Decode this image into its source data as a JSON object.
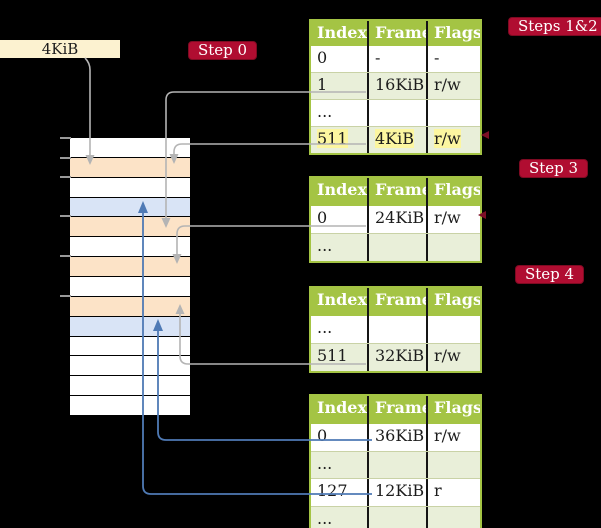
{
  "source_box": {
    "label": "4KiB"
  },
  "badges": {
    "step0": "Step 0",
    "steps12": "Steps 1&2",
    "step3": "Step 3",
    "step4": "Step 4"
  },
  "tables": [
    {
      "id": "page-table-steps-1-2",
      "headers": [
        "Index",
        "Frame",
        "Flags"
      ],
      "rows": [
        {
          "cells": [
            "0",
            "-",
            "-"
          ],
          "highlight": false
        },
        {
          "cells": [
            "1",
            "16KiB",
            "r/w"
          ],
          "highlight": false
        },
        {
          "cells": [
            "...",
            "",
            ""
          ],
          "highlight": false
        },
        {
          "cells": [
            "511",
            "4KiB",
            "r/w"
          ],
          "highlight": true
        }
      ]
    },
    {
      "id": "page-table-step-3",
      "headers": [
        "Index",
        "Frame",
        "Flags"
      ],
      "rows": [
        {
          "cells": [
            "0",
            "24KiB",
            "r/w"
          ],
          "highlight": false
        },
        {
          "cells": [
            "...",
            "",
            ""
          ],
          "highlight": false
        }
      ]
    },
    {
      "id": "page-table-step-4",
      "headers": [
        "Index",
        "Frame",
        "Flags"
      ],
      "rows": [
        {
          "cells": [
            "...",
            "",
            ""
          ],
          "highlight": false
        },
        {
          "cells": [
            "511",
            "32KiB",
            "r/w"
          ],
          "highlight": false
        }
      ]
    },
    {
      "id": "page-table-final",
      "headers": [
        "Index",
        "Frame",
        "Flags"
      ],
      "rows": [
        {
          "cells": [
            "0",
            "36KiB",
            "r/w"
          ],
          "highlight": false
        },
        {
          "cells": [
            "...",
            "",
            ""
          ],
          "highlight": false
        },
        {
          "cells": [
            "127",
            "12KiB",
            "r"
          ],
          "highlight": false
        },
        {
          "cells": [
            "...",
            "",
            ""
          ],
          "highlight": false
        }
      ]
    }
  ],
  "memory": {
    "row_colors": [
      "#ffffff",
      "#fce3c7",
      "#ffffff",
      "#d9e4f6",
      "#fce3c7",
      "#ffffff",
      "#fce3c7",
      "#ffffff",
      "#fce3c7",
      "#d9e4f6",
      "#ffffff",
      "#ffffff",
      "#ffffff",
      "#ffffff"
    ]
  },
  "colors": {
    "background": "#000000",
    "badge_red": "#b00d31",
    "table_header_green": "#a4c444",
    "table_row_alt_green": "#e9efd9",
    "highlight_yellow": "#fcf6a0",
    "memory_peach": "#fce3c7",
    "memory_blue": "#d9e4f6",
    "frame_box_cream": "#fcf2d0",
    "arrow_gray": "#b4b4b4",
    "arrow_blue": "#4f7ab5",
    "pointer_dark_red": "#7c0e26"
  }
}
